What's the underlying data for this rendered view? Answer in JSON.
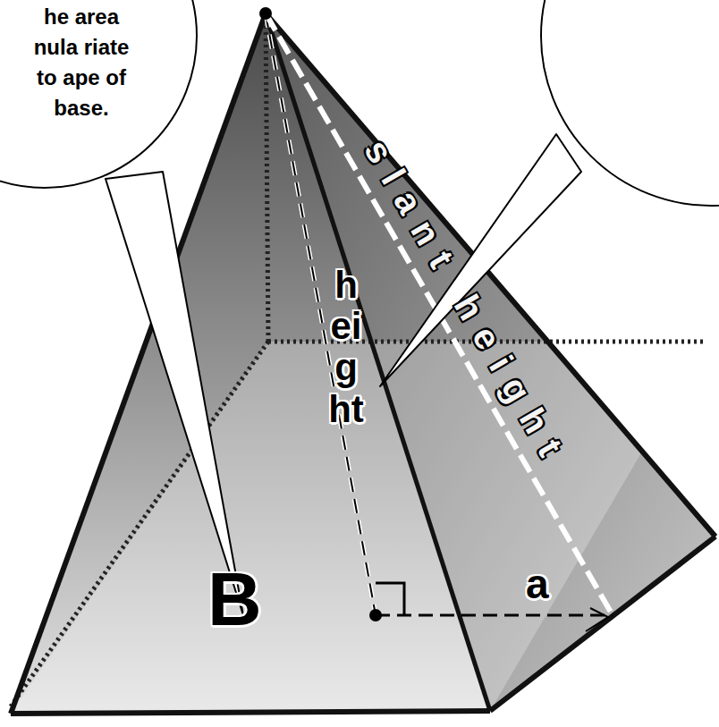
{
  "diagram": {
    "nodes": [
      {
        "text": [
          "he area nula riate to ape of base."
        ]
      }
    ],
    "labels": [
      "height",
      "slant height",
      "a",
      "B"
    ]
  }
}
